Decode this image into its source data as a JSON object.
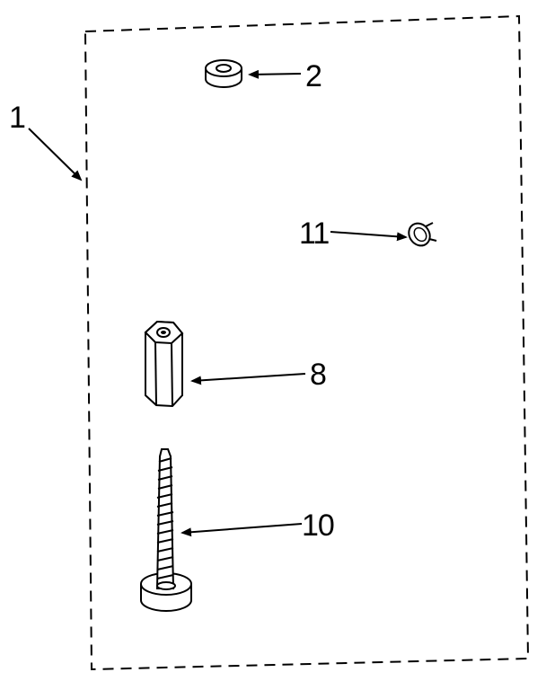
{
  "diagram": {
    "kit_label": "1",
    "parts": [
      {
        "label": "2"
      },
      {
        "label": "11"
      },
      {
        "label": "8"
      },
      {
        "label": "10"
      }
    ]
  },
  "colors": {
    "ink": "#000000",
    "paper": "#ffffff"
  }
}
